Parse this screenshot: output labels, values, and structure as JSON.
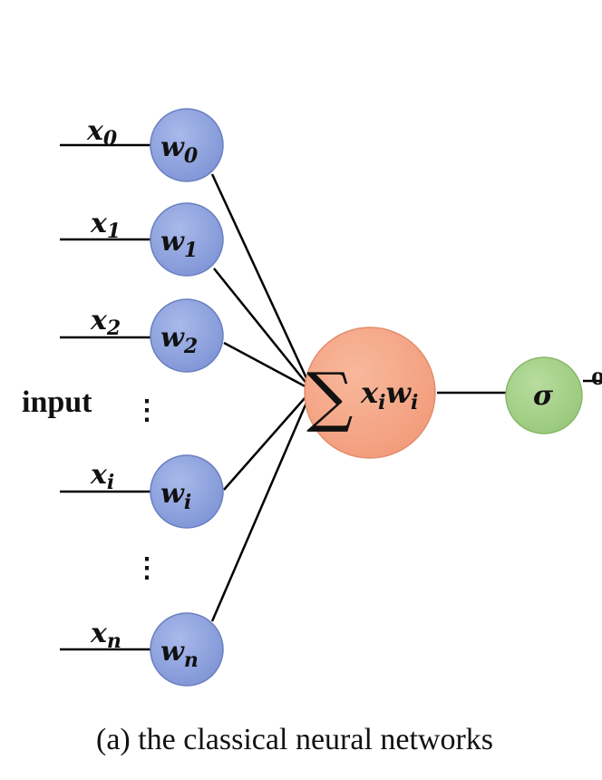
{
  "inputs": [
    {
      "x_base": "x",
      "x_sub": "0",
      "w_base": "w",
      "w_sub": "0"
    },
    {
      "x_base": "x",
      "x_sub": "1",
      "w_base": "w",
      "w_sub": "1"
    },
    {
      "x_base": "x",
      "x_sub": "2",
      "w_base": "w",
      "w_sub": "2"
    },
    {
      "x_base": "x",
      "x_sub": "i",
      "w_base": "w",
      "w_sub": "i"
    },
    {
      "x_base": "x",
      "x_sub": "n",
      "w_base": "w",
      "w_sub": "n"
    }
  ],
  "input_label": "input",
  "ellipsis": "⋮",
  "sum_node": {
    "symbol": "∑",
    "x_base": "x",
    "x_sub": "i",
    "w_base": "w",
    "w_sub": "i"
  },
  "activation": "σ",
  "output_cut_label": "o",
  "caption": "(a) the classical neural networks",
  "colors": {
    "weight_node": "#8ea2dc",
    "weight_stroke": "#6a7fc0",
    "sum_node": "#f6a98a",
    "sum_stroke": "#e48d6e",
    "activation_node": "#a8d38c",
    "activation_stroke": "#86b86a"
  }
}
